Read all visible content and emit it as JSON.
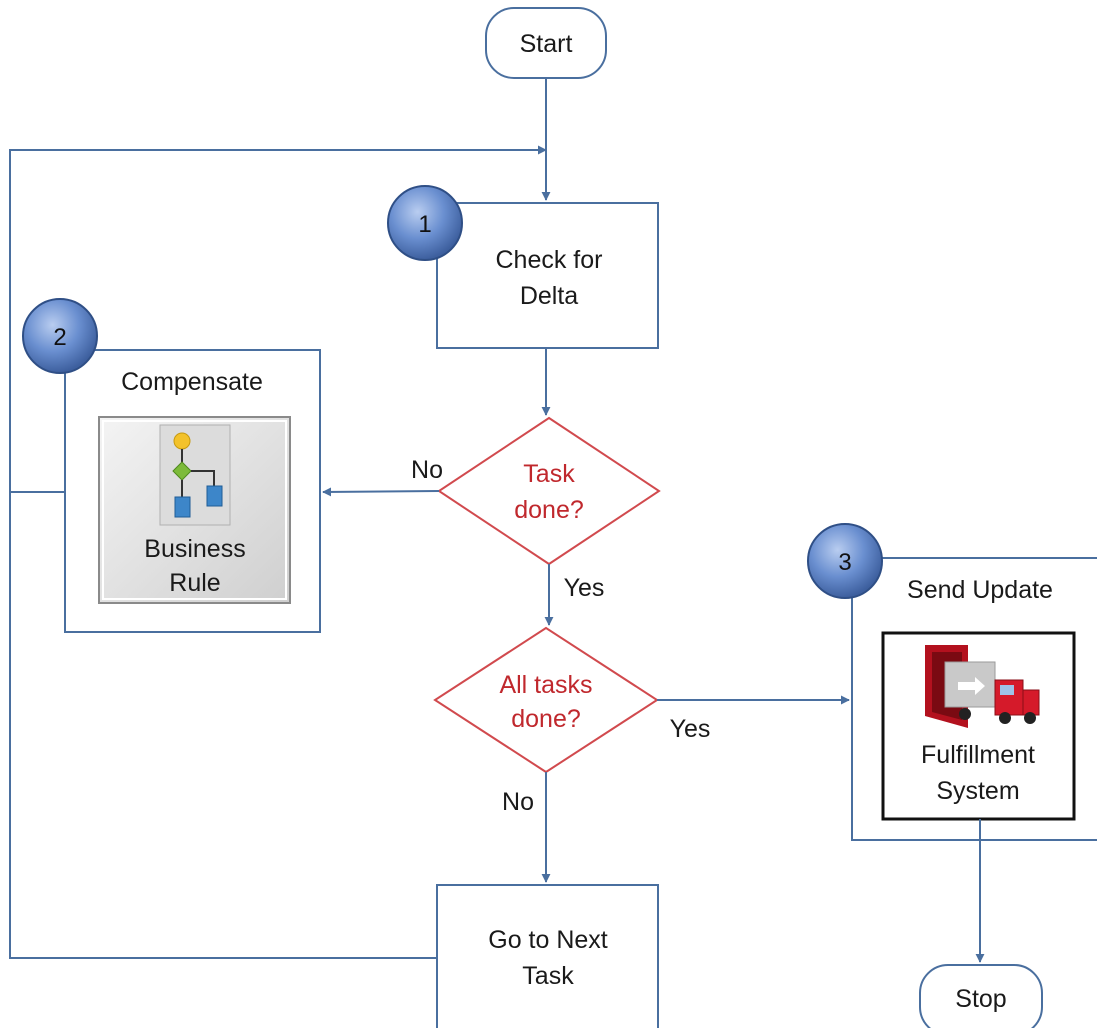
{
  "diagram": {
    "colors": {
      "line": "#4a6f9f",
      "decision_text": "#c0282d",
      "decision_stroke": "#d14a4e",
      "badge_fill": "#5b7fc1",
      "text": "#1a1a1a"
    },
    "nodes": {
      "start": "Start",
      "check_line1": "Check for",
      "check_line2": "Delta",
      "task_done_line1": "Task",
      "task_done_line2": "done?",
      "compensate": "Compensate",
      "business_rule_line1": "Business",
      "business_rule_line2": "Rule",
      "all_tasks_line1": "All tasks",
      "all_tasks_line2": "done?",
      "send_update": "Send Update",
      "fulfillment_line1": "Fulfillment",
      "fulfillment_line2": "System",
      "next_task_line1": "Go to Next",
      "next_task_line2": "Task",
      "stop": "Stop"
    },
    "edge_labels": {
      "task_no": "No",
      "task_yes": "Yes",
      "all_yes": "Yes",
      "all_no": "No"
    },
    "badges": {
      "b1": "1",
      "b2": "2",
      "b3": "3"
    },
    "icons": {
      "business_rule": "business-rule-icon",
      "fulfillment": "fulfillment-truck-icon"
    }
  }
}
